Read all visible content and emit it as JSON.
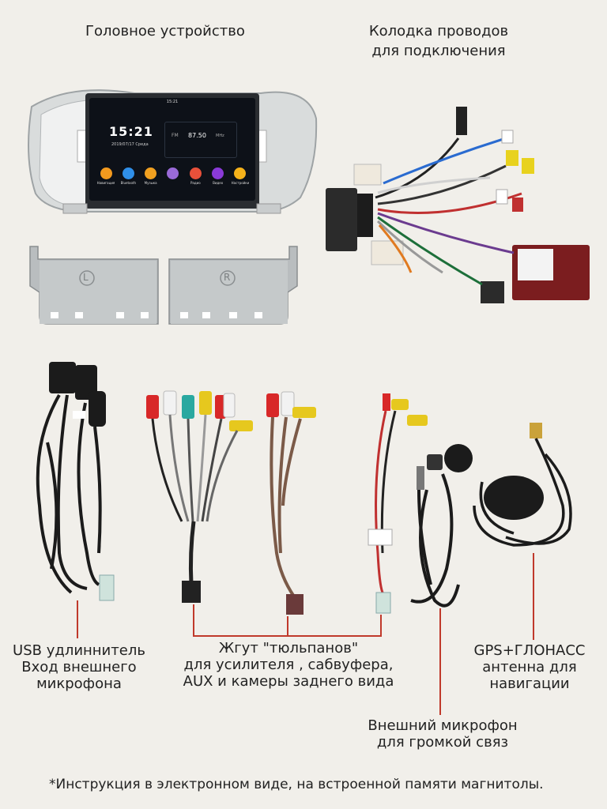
{
  "captions": {
    "head_unit": "Головное устройство",
    "harness_line1": "Колодка проводов",
    "harness_line2": "для подключения",
    "usb_line1": "USB удлиннитель",
    "usb_line2": "Вход внешнего",
    "usb_line3": "микрофона",
    "rca_line1": "Жгут \"тюльпанов\"",
    "rca_line2": "для усилителя , сабвуфера,",
    "rca_line3": "AUX и камеры заднего вида",
    "gps_line1": "GPS+ГЛОНАСС",
    "gps_line2": "антенна для",
    "gps_line3": "навигации",
    "mic_line1": "Внешний микрофон",
    "mic_line2": "для громкой связ",
    "footnote": "*Инструкция в электронном виде, на встроенной памяти магнитолы."
  },
  "head_unit_screen": {
    "status_time": "15:21",
    "clock": "15:21",
    "date": "2019/07/17  Среда",
    "radio_band": "FM",
    "radio_freq": "87.50",
    "radio_unit": "MHz",
    "apps": [
      {
        "label": "Навигация",
        "color": "#f39a1e"
      },
      {
        "label": "Bluetooth",
        "color": "#2f8fe8"
      },
      {
        "label": "Музыка",
        "color": "#f0a020"
      },
      {
        "label": "",
        "color": "#9a6ad8"
      },
      {
        "label": "Радио",
        "color": "#e8503a"
      },
      {
        "label": "Видео",
        "color": "#8a3ad8"
      },
      {
        "label": "Настройки",
        "color": "#f5b21a"
      }
    ]
  },
  "bracket_labels": {
    "left": "L",
    "right": "R"
  },
  "accent_color": "#c0392b"
}
